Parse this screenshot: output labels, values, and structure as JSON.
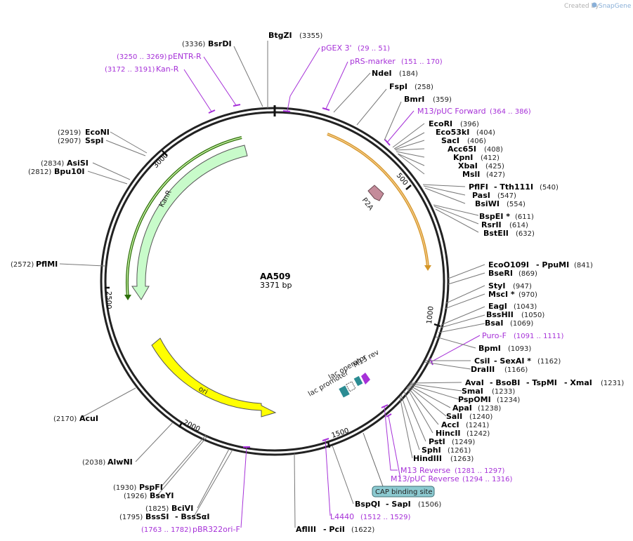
{
  "brand": {
    "created_by": "Created by",
    "name": "SnapGene"
  },
  "plasmid": {
    "name": "AA509",
    "size_label": "3371 bp"
  },
  "ticks": [
    "500",
    "1000",
    "1500",
    "2000",
    "2500",
    "3000"
  ],
  "features": {
    "kanr": "KanR",
    "ori": "ori",
    "p2a": "P2A",
    "lac_operator": "lac operator",
    "lac_promoter": "lac promoter",
    "m13_rev": "M13 rev",
    "cap": "CAP binding site"
  },
  "sites": [
    {
      "name": "BtgZI",
      "pos": "(3355)"
    },
    {
      "name": "BsrDI",
      "pos": "(3336)"
    },
    {
      "name": "NdeI",
      "pos": "(184)"
    },
    {
      "name": "FspI",
      "pos": "(258)"
    },
    {
      "name": "BmrI",
      "pos": "(359)"
    },
    {
      "name": "EcoRI",
      "pos": "(396)"
    },
    {
      "name": "Eco53kI",
      "pos": "(404)"
    },
    {
      "name": "SacI",
      "pos": "(406)"
    },
    {
      "name": "Acc65I",
      "pos": "(408)"
    },
    {
      "name": "KpnI",
      "pos": "(412)"
    },
    {
      "name": "XbaI",
      "pos": "(425)"
    },
    {
      "name": "MslI",
      "pos": "(427)"
    },
    {
      "name": "PflFI",
      "name2": "- Tth111I",
      "pos": "(540)"
    },
    {
      "name": "PasI",
      "pos": "(547)"
    },
    {
      "name": "BsiWI",
      "pos": "(554)"
    },
    {
      "name": "BspEI *",
      "pos": "(611)"
    },
    {
      "name": "RsrII",
      "pos": "(614)"
    },
    {
      "name": "BstEII",
      "pos": "(632)"
    },
    {
      "name": "EcoO109I",
      "name2": "- PpuMI",
      "pos": "(841)"
    },
    {
      "name": "BseRI",
      "pos": "(869)"
    },
    {
      "name": "StyI",
      "pos": "(947)"
    },
    {
      "name": "MscI *",
      "pos": "(970)"
    },
    {
      "name": "EagI",
      "pos": "(1043)"
    },
    {
      "name": "BssHII",
      "pos": "(1050)"
    },
    {
      "name": "BsaI",
      "pos": "(1069)"
    },
    {
      "name": "BpmI",
      "pos": "(1093)"
    },
    {
      "name": "CsiI",
      "name2": "- SexAI *",
      "pos": "(1162)"
    },
    {
      "name": "DraIII",
      "pos": "(1166)"
    },
    {
      "name": "AvaI",
      "name2": "- BsoBI",
      "name3": "- TspMI",
      "name4": "- XmaI",
      "pos": "(1231)"
    },
    {
      "name": "SmaI",
      "pos": "(1233)"
    },
    {
      "name": "PspOMI",
      "pos": "(1234)"
    },
    {
      "name": "ApaI",
      "pos": "(1238)"
    },
    {
      "name": "SalI",
      "pos": "(1240)"
    },
    {
      "name": "AccI",
      "pos": "(1241)"
    },
    {
      "name": "HincII",
      "pos": "(1242)"
    },
    {
      "name": "PstI",
      "pos": "(1249)"
    },
    {
      "name": "SphI",
      "pos": "(1261)"
    },
    {
      "name": "HindIII",
      "pos": "(1263)"
    },
    {
      "name": "BspQI",
      "name2": "- SapI",
      "pos": "(1506)"
    },
    {
      "name": "AflIII",
      "name2": "- PciI",
      "pos": "(1622)"
    },
    {
      "name": "EcoNI",
      "pos": "(2919)"
    },
    {
      "name": "SspI",
      "pos": "(2907)"
    },
    {
      "name": "AsiSI",
      "pos": "(2834)"
    },
    {
      "name": "Bpu10I",
      "pos": "(2812)"
    },
    {
      "name": "PflMI",
      "pos": "(2572)"
    },
    {
      "name": "AcuI",
      "pos": "(2170)"
    },
    {
      "name": "AlwNI",
      "pos": "(2038)"
    },
    {
      "name": "PspFI",
      "pos": "(1930)"
    },
    {
      "name": "BseYI",
      "pos": "(1926)"
    },
    {
      "name": "BciVI",
      "pos": "(1825)"
    },
    {
      "name": "BssSI",
      "name2": "- BssSαI",
      "pos": "(1795)"
    }
  ],
  "primers": [
    {
      "name": "pGEX 3'",
      "pos": "(29 .. 51)"
    },
    {
      "name": "pRS-marker",
      "pos": "(151 .. 170)"
    },
    {
      "name": "M13/pUC Forward",
      "pos": "(364 .. 386)"
    },
    {
      "name": "pENTR-R",
      "pos": "(3250 .. 3269)"
    },
    {
      "name": "Kan-R",
      "pos": "(3172 .. 3191)"
    },
    {
      "name": "Puro-F",
      "pos": "(1091 .. 1111)"
    },
    {
      "name": "M13 Reverse",
      "pos": "(1281 .. 1297)"
    },
    {
      "name": "M13/pUC Reverse",
      "pos": "(1294 .. 1316)"
    },
    {
      "name": "L4440",
      "pos": "(1512 .. 1529)"
    },
    {
      "name": "pBR322ori-F",
      "pos": "(1763 .. 1782)"
    }
  ]
}
